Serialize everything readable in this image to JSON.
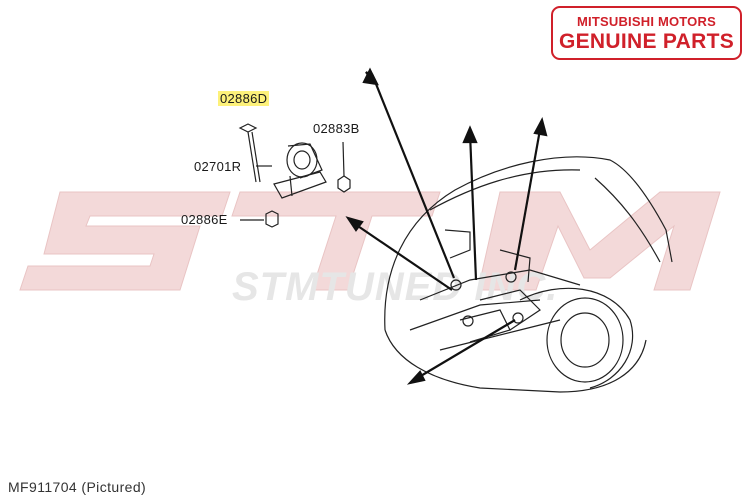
{
  "badge": {
    "line1": "MITSUBISHI MOTORS",
    "line2": "GENUINE PARTS",
    "color": "#d0202a"
  },
  "watermark": {
    "text": "STMTUNED INC."
  },
  "parts": {
    "bolt_top": "02886D",
    "nut": "02883B",
    "mount": "02701R",
    "bolt_bottom": "02886E"
  },
  "highlight_color": "#fdf17a",
  "caption": "MF911704  (Pictured)"
}
